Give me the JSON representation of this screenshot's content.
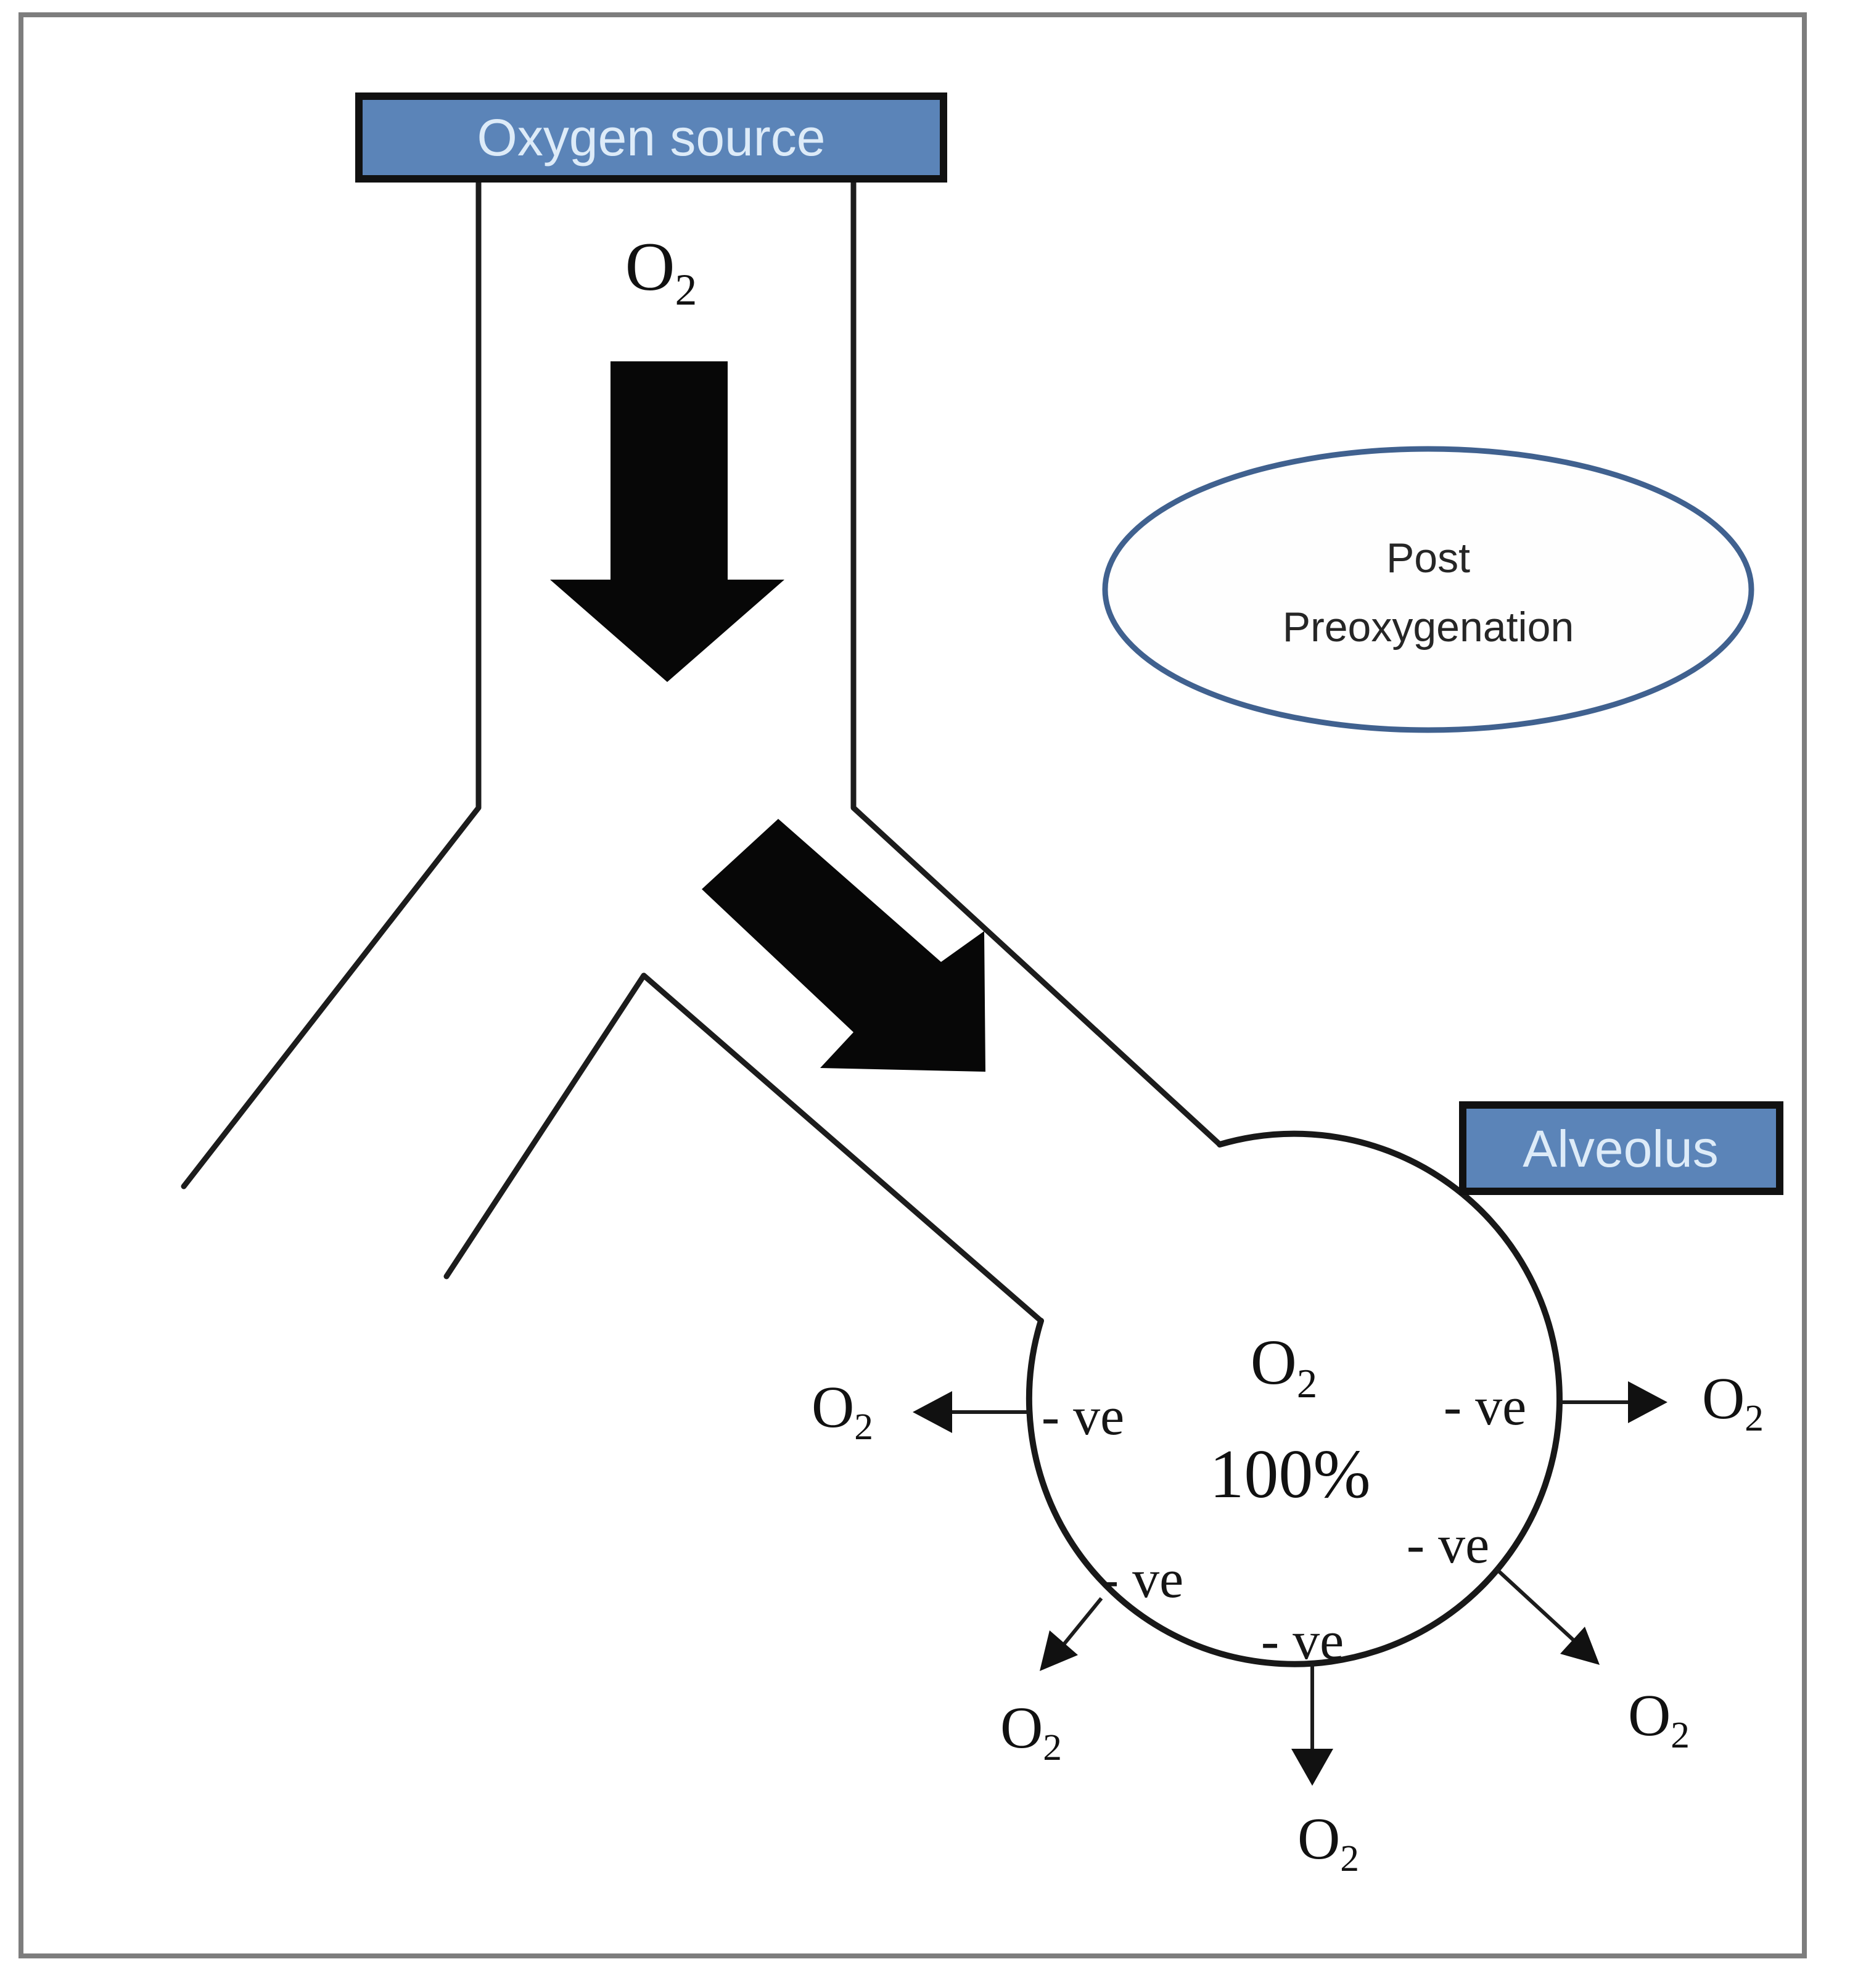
{
  "boxes": {
    "oxygen_source": "Oxygen source",
    "alveolus": "Alveolus"
  },
  "annotation": {
    "line1": "Post",
    "line2": "Preoxygenation"
  },
  "flow": {
    "o2_base": "O",
    "o2_sub": "2"
  },
  "alveolus_interior": {
    "o2_base": "O",
    "o2_sub": "2",
    "concentration": "100%",
    "pressure_label": "- ve",
    "pressure_label_count": 5
  },
  "released_o2": {
    "base": "O",
    "sub": "2",
    "count": 5
  },
  "colors": {
    "label_box_fill": "#5b84b8",
    "label_box_border": "#111111",
    "label_box_text": "#ddebf8",
    "ellipse_stroke": "#40618f",
    "line_color": "#1c1c1c",
    "arrow_fill": "#070707",
    "frame_border": "#7d7d7d",
    "background": "#ffffff"
  }
}
